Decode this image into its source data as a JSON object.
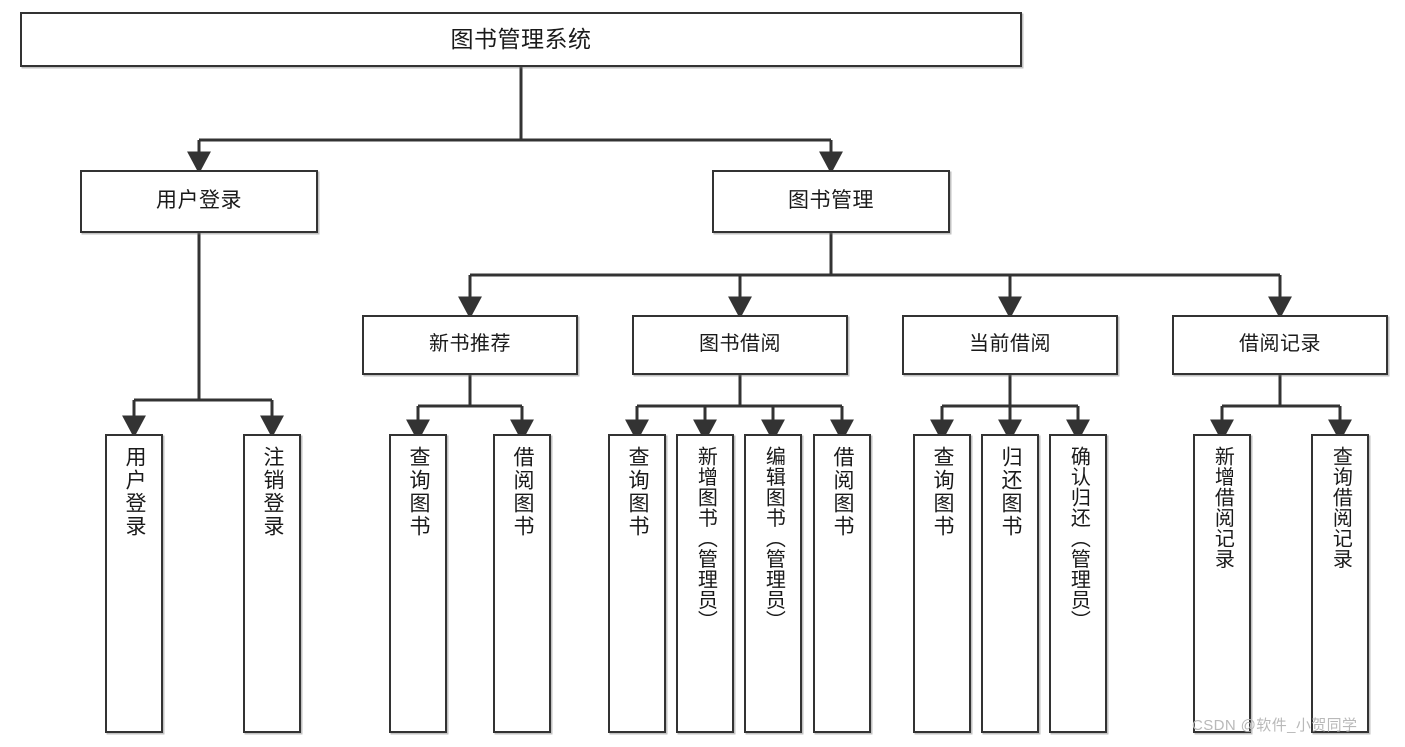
{
  "diagram": {
    "title": "图书管理系统",
    "type": "functional-structure-tree",
    "root": {
      "label": "图书管理系统"
    },
    "level2": [
      {
        "label": "用户登录"
      },
      {
        "label": "图书管理"
      }
    ],
    "level3": [
      {
        "label": "新书推荐"
      },
      {
        "label": "图书借阅"
      },
      {
        "label": "当前借阅"
      },
      {
        "label": "借阅记录"
      }
    ],
    "leaves": {
      "user_login": [
        {
          "label": "用户登录"
        },
        {
          "label": "注销登录"
        }
      ],
      "new_book_recommend": [
        {
          "label": "查询图书"
        },
        {
          "label": "借阅图书"
        }
      ],
      "book_borrow": [
        {
          "label": "查询图书"
        },
        {
          "label": "新增图书（管理员）"
        },
        {
          "label": "编辑图书（管理员）"
        },
        {
          "label": "借阅图书"
        }
      ],
      "current_borrow": [
        {
          "label": "查询图书"
        },
        {
          "label": "归还图书"
        },
        {
          "label": "确认归还（管理员）"
        }
      ],
      "borrow_record": [
        {
          "label": "新增借阅记录"
        },
        {
          "label": "查询借阅记录"
        }
      ]
    }
  },
  "watermark": {
    "text": "CSDN @软件_小贺同学"
  },
  "colors": {
    "box_border": "#333333",
    "box_fill": "#ffffff",
    "edge": "#333333",
    "text": "#1a1a1a",
    "watermark": "#b9b9b9",
    "background": "#ffffff"
  }
}
